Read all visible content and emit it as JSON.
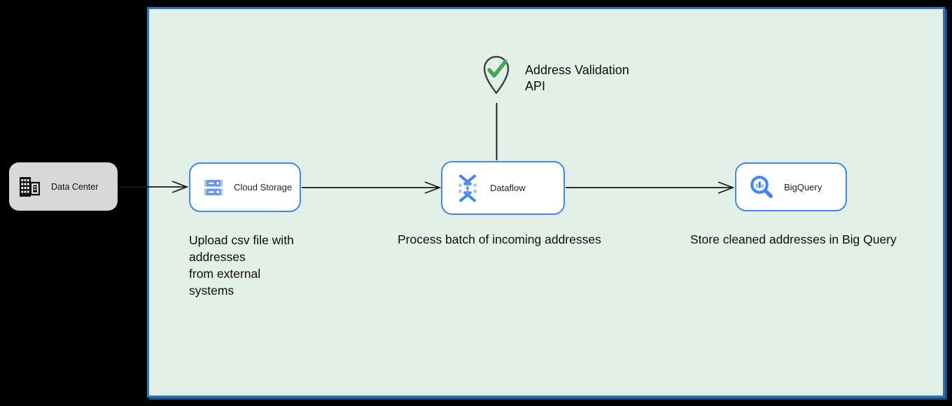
{
  "diagram": {
    "type": "gcp-architecture-flow",
    "external": {
      "data_center": {
        "label": "Data Center",
        "icon": "office-building-icon"
      }
    },
    "nodes": [
      {
        "id": "cloud-storage",
        "label": "Cloud Storage",
        "icon": "cloud-storage-icon"
      },
      {
        "id": "dataflow",
        "label": "Dataflow",
        "icon": "dataflow-icon"
      },
      {
        "id": "bigquery",
        "label": "BigQuery",
        "icon": "bigquery-icon"
      }
    ],
    "annotation": {
      "label": "Address Validation\nAPI",
      "icon": "map-pin-check-icon",
      "connects_to": "dataflow"
    },
    "captions": [
      {
        "anchor": "cloud-storage",
        "text": "Upload csv file with\naddresses\nfrom external\nsystems"
      },
      {
        "anchor": "dataflow",
        "text": "Process batch of incoming addresses"
      },
      {
        "anchor": "bigquery",
        "text": "Store cleaned addresses in Big Query"
      }
    ],
    "connectors": [
      {
        "from": "data-center",
        "to": "cloud-storage",
        "style": "open-arrow"
      },
      {
        "from": "cloud-storage",
        "to": "dataflow",
        "style": "open-arrow"
      },
      {
        "from": "dataflow",
        "to": "bigquery",
        "style": "open-arrow"
      },
      {
        "from": "address-validation-api",
        "to": "dataflow",
        "style": "plain-line"
      }
    ],
    "colors": {
      "page_background": "#000000",
      "boundary_fill": "#e3f0e8",
      "boundary_border": "#2e75b6",
      "boundary_shadow": "#1d4e85",
      "node_border": "#4285f4",
      "node_fill": "#ffffff",
      "icon_blue": "#4285f4",
      "icon_blue_light": "#a8c3f7",
      "datacenter_fill": "#d8d8d8",
      "check_green": "#43a85c",
      "text": "#0d0d0d"
    }
  }
}
